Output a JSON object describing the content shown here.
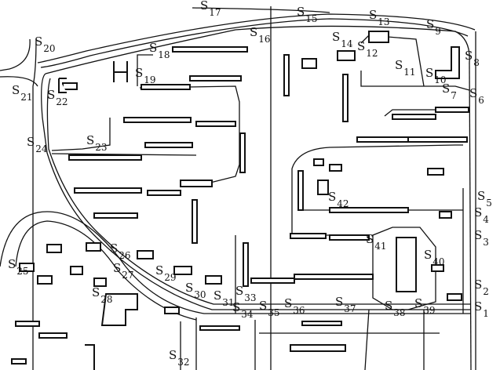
{
  "map": {
    "marker_letter": "S",
    "stations": [
      "1",
      "2",
      "3",
      "4",
      "5",
      "6",
      "7",
      "8",
      "9",
      "10",
      "11",
      "12",
      "13",
      "14",
      "15",
      "16",
      "17",
      "18",
      "19",
      "20",
      "21",
      "22",
      "23",
      "24",
      "25",
      "26",
      "27",
      "28",
      "29",
      "30",
      "31",
      "32",
      "33",
      "34",
      "35",
      "36",
      "37",
      "38",
      "39",
      "40",
      "41",
      "42"
    ]
  }
}
